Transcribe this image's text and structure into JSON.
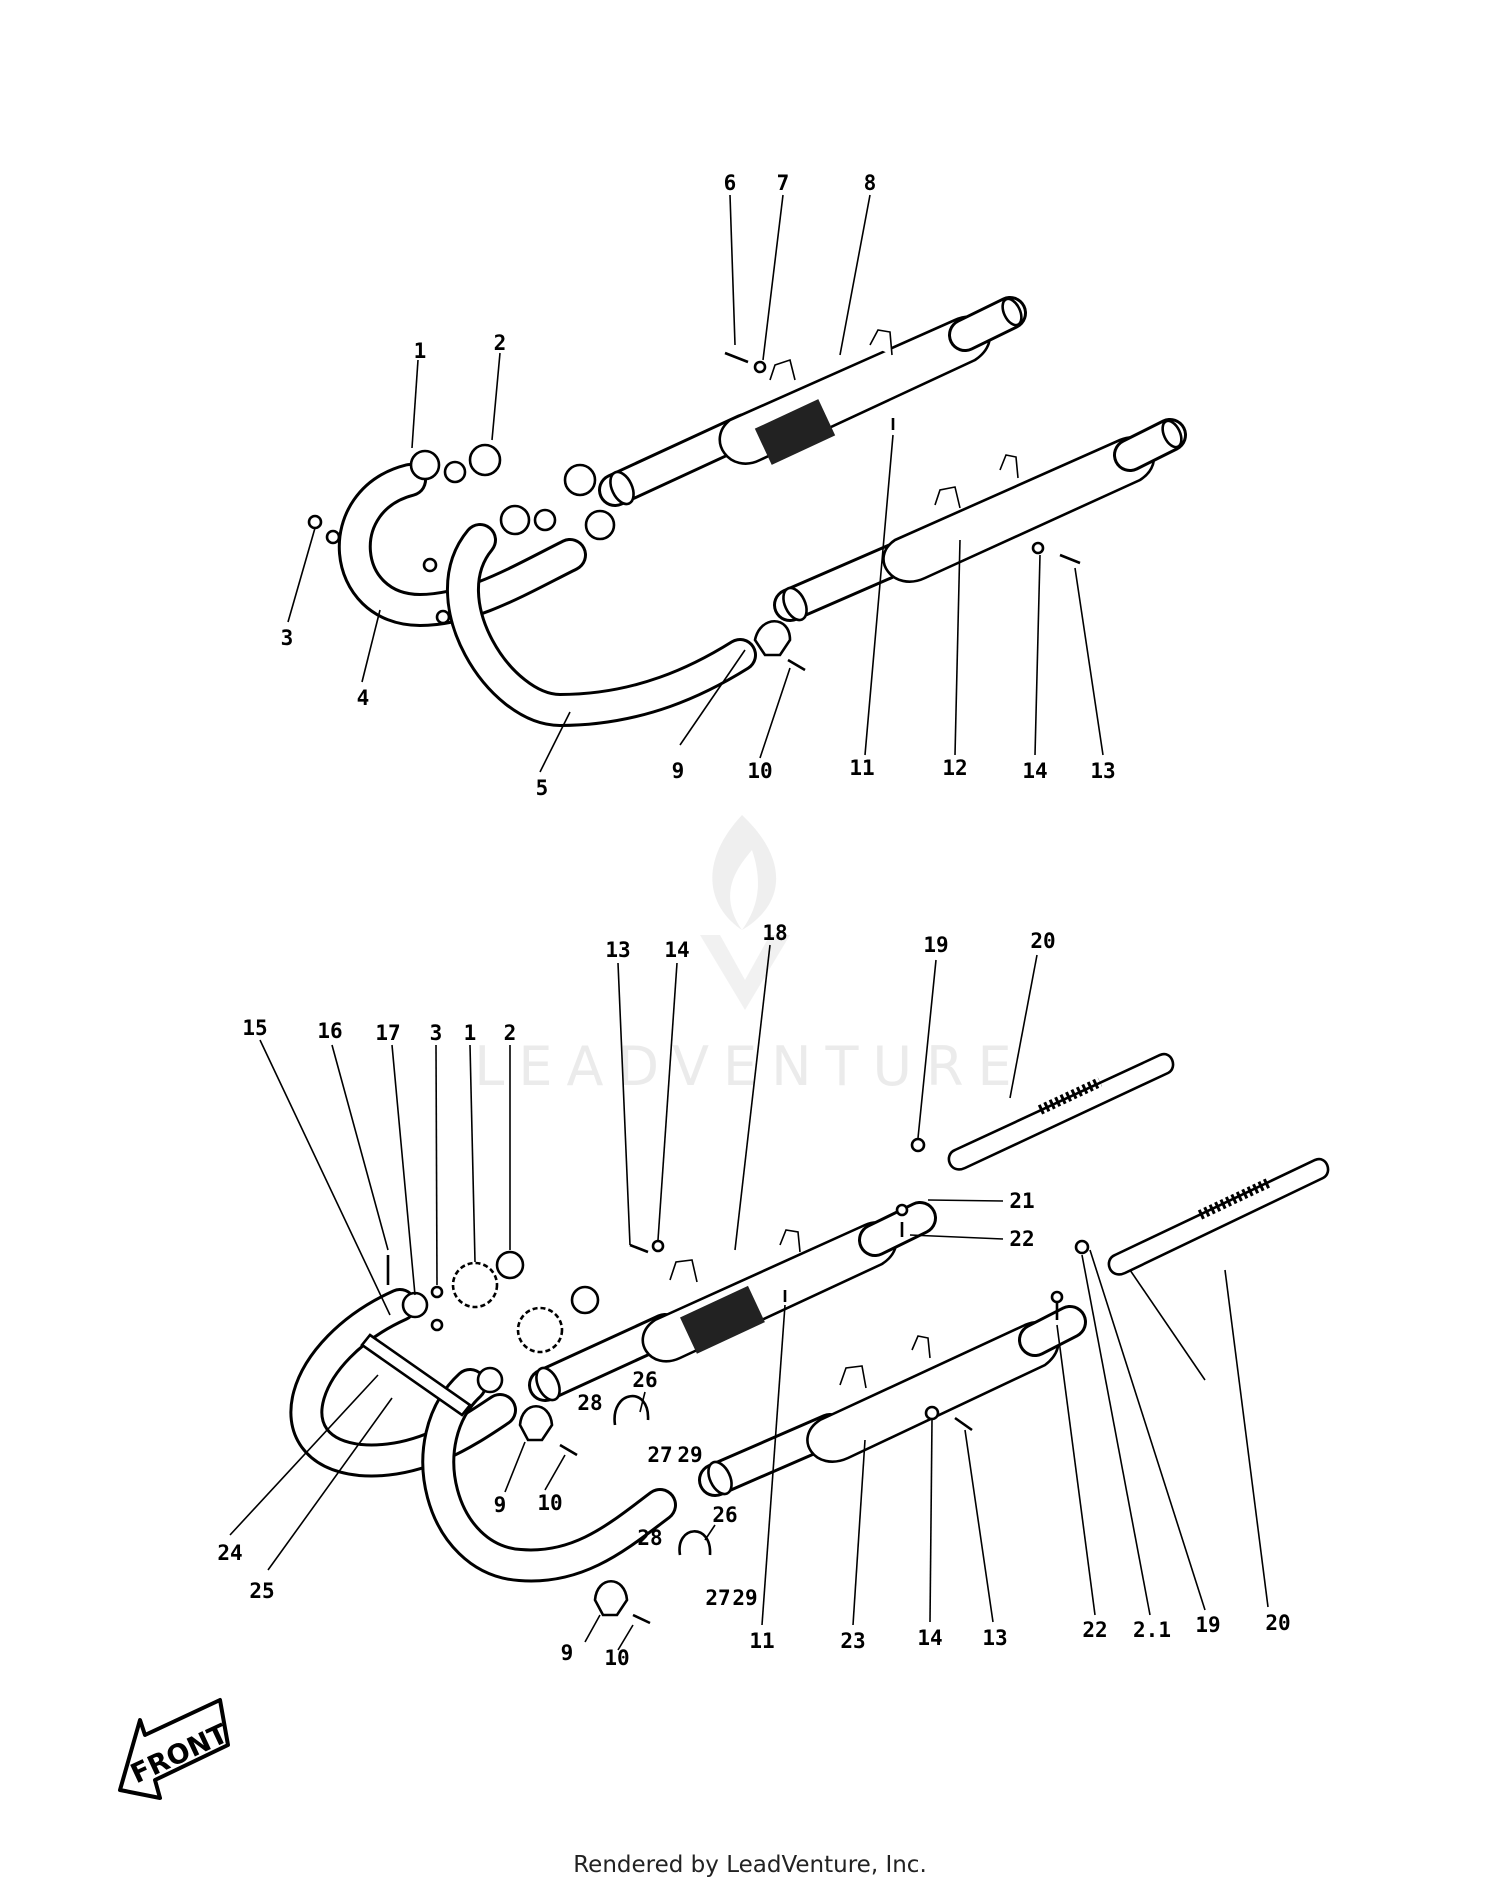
{
  "watermark": {
    "text": "LEADVENTURE",
    "icon": "flame-v-logo"
  },
  "front_indicator": {
    "label": "FRONT",
    "icon": "front-arrow-icon"
  },
  "footer": {
    "text": "Rendered by LeadVenture, Inc."
  },
  "upper_assembly": {
    "callouts": [
      "1",
      "2",
      "3",
      "4",
      "5",
      "6",
      "7",
      "8",
      "9",
      "10",
      "11",
      "12",
      "13",
      "14"
    ]
  },
  "lower_assembly": {
    "callouts": [
      "1",
      "2",
      "3",
      "9",
      "9",
      "10",
      "10",
      "11",
      "13",
      "13",
      "14",
      "14",
      "15",
      "16",
      "17",
      "18",
      "19",
      "19",
      "20",
      "20",
      "21",
      "2.1",
      "22",
      "22",
      "23",
      "24",
      "25",
      "26",
      "26",
      "27",
      "27",
      "28",
      "28",
      "29",
      "29"
    ]
  }
}
